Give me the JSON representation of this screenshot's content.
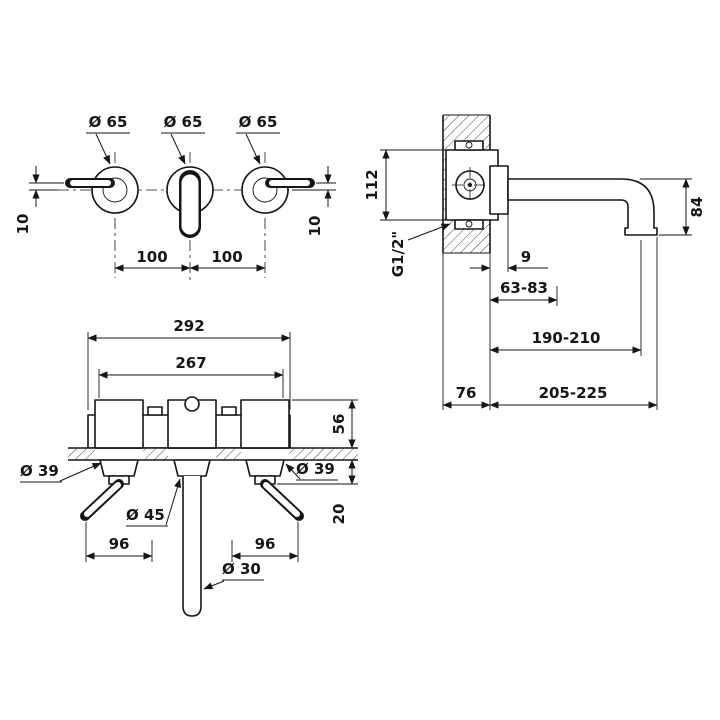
{
  "colors": {
    "background": "#ffffff",
    "line": "#161616"
  },
  "views": {
    "front": {
      "dia_left": "Ø 65",
      "dia_center": "Ø 65",
      "dia_right": "Ø 65",
      "offset_left": "10",
      "offset_right": "10",
      "pitch_left": "100",
      "pitch_right": "100"
    },
    "side": {
      "body_height": "112",
      "thread": "G1/2\"",
      "escutcheon_gap": "9",
      "depth_range": "63-83",
      "spout_reach_range": "190-210",
      "wall_min_depth": "76",
      "total_reach_range": "205-225",
      "spout_drop": "84"
    },
    "plan": {
      "overall_width": "292",
      "body_width": "267",
      "body_depth": "56",
      "dia_handle_left": "Ø 39",
      "dia_handle_right": "Ø 39",
      "lever_span_left": "96",
      "lever_span_right": "96",
      "dia_spout_escutcheon": "Ø 45",
      "dia_spout_tube": "Ø 30",
      "wall_protrusion": "20"
    }
  }
}
